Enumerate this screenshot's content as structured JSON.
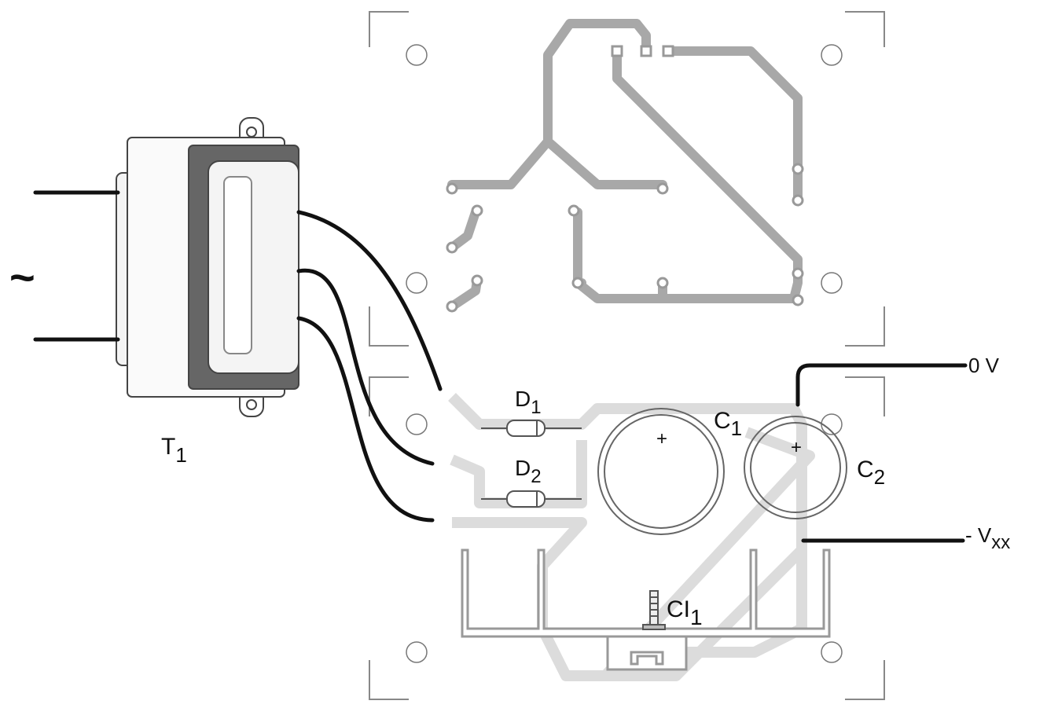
{
  "ac_symbol": "~",
  "transformer": {
    "label": "T",
    "sub": "1"
  },
  "diodes": [
    {
      "label": "D",
      "sub": "1"
    },
    {
      "label": "D",
      "sub": "2"
    }
  ],
  "capacitors": [
    {
      "label": "C",
      "sub": "1",
      "polarity": "+"
    },
    {
      "label": "C",
      "sub": "2",
      "polarity": "+"
    }
  ],
  "regulator": {
    "label": "CI",
    "sub": "1"
  },
  "outputs": {
    "zero": "0 V",
    "neg": "- V",
    "neg_sub": "xx"
  },
  "colors": {
    "trace": "#a8a8a8",
    "silk": "#d8d8d8",
    "wire": "#111111"
  }
}
